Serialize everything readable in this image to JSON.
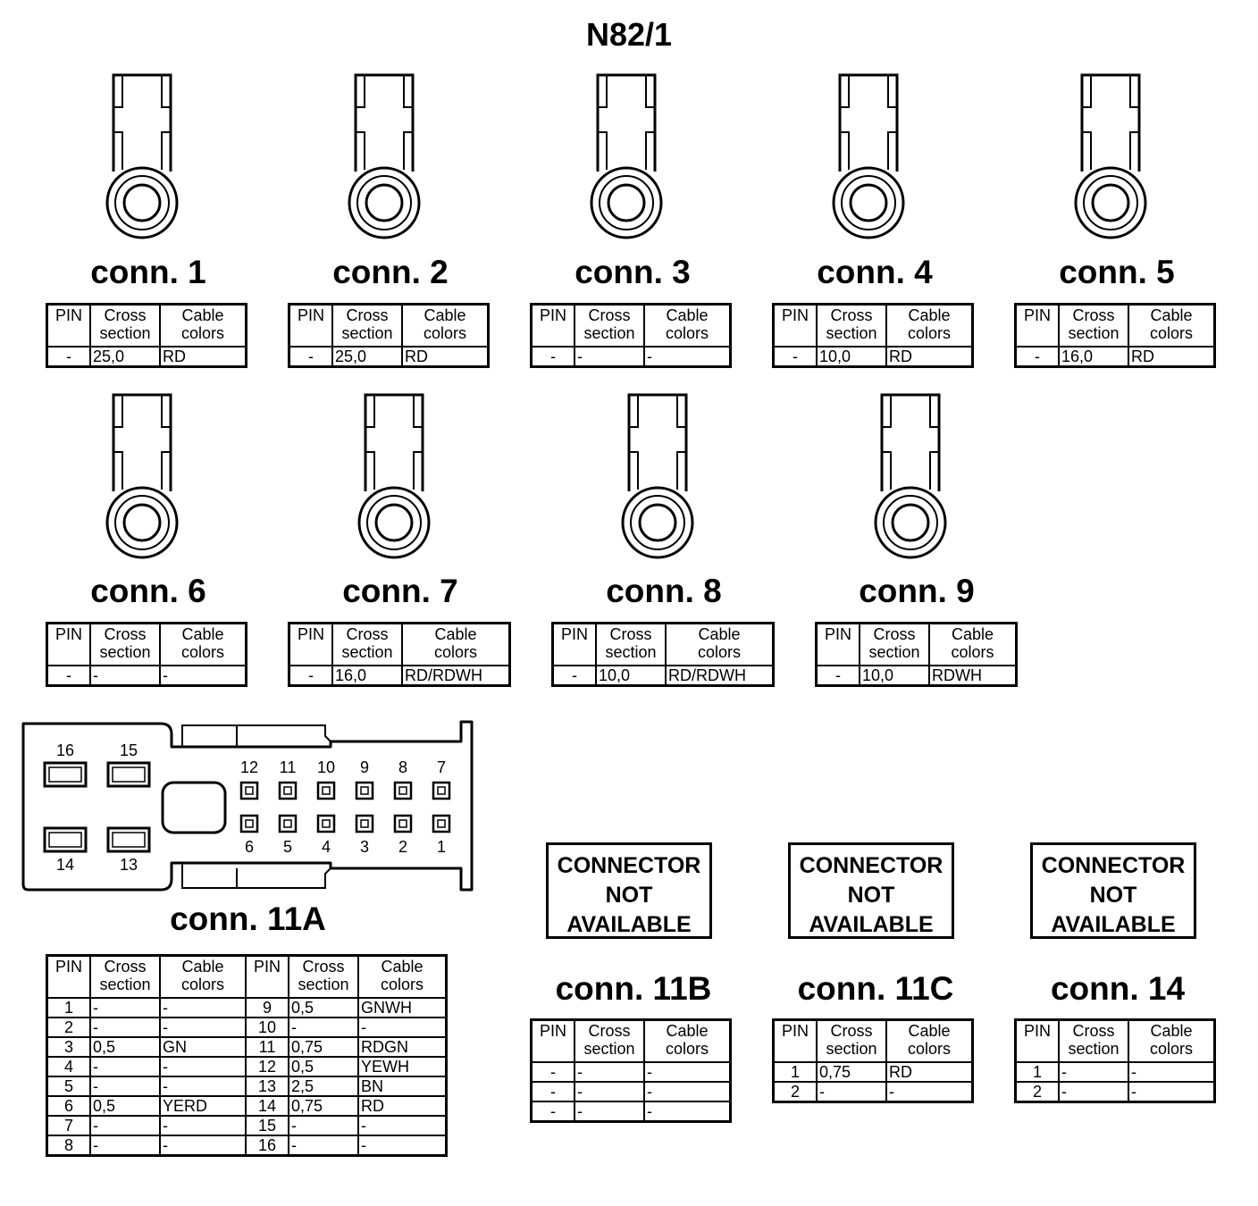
{
  "title": "N82/1",
  "headers": {
    "pin": "PIN",
    "cross_1": "Cross",
    "cross_2": "section",
    "cable_1": "Cable",
    "cable_2": "colors"
  },
  "connectors": {
    "c1": {
      "label": "conn. 1",
      "rows": [
        [
          "-",
          "25,0",
          "RD"
        ]
      ]
    },
    "c2": {
      "label": "conn. 2",
      "rows": [
        [
          "-",
          "25,0",
          "RD"
        ]
      ]
    },
    "c3": {
      "label": "conn. 3",
      "rows": [
        [
          "-",
          "-",
          "-"
        ]
      ]
    },
    "c4": {
      "label": "conn. 4",
      "rows": [
        [
          "-",
          "10,0",
          "RD"
        ]
      ]
    },
    "c5": {
      "label": "conn. 5",
      "rows": [
        [
          "-",
          "16,0",
          "RD"
        ]
      ]
    },
    "c6": {
      "label": "conn. 6",
      "rows": [
        [
          "-",
          "-",
          "-"
        ]
      ]
    },
    "c7": {
      "label": "conn. 7",
      "rows": [
        [
          "-",
          "16,0",
          "RD/RDWH"
        ]
      ]
    },
    "c8": {
      "label": "conn. 8",
      "rows": [
        [
          "-",
          "10,0",
          "RD/RDWH"
        ]
      ]
    },
    "c9": {
      "label": "conn. 9",
      "rows": [
        [
          "-",
          "10,0",
          "RDWH"
        ]
      ]
    }
  },
  "conn11a": {
    "label": "conn. 11A",
    "pin_numbers": [
      "16",
      "15",
      "14",
      "13",
      "12",
      "11",
      "10",
      "9",
      "8",
      "7",
      "6",
      "5",
      "4",
      "3",
      "2",
      "1"
    ],
    "rows": [
      [
        "1",
        "-",
        "-",
        "9",
        "0,5",
        "GNWH"
      ],
      [
        "2",
        "-",
        "-",
        "10",
        "-",
        "-"
      ],
      [
        "3",
        "0,5",
        "GN",
        "11",
        "0,75",
        "RDGN"
      ],
      [
        "4",
        "-",
        "-",
        "12",
        "0,5",
        "YEWH"
      ],
      [
        "5",
        "-",
        "-",
        "13",
        "2,5",
        "BN"
      ],
      [
        "6",
        "0,5",
        "YERD",
        "14",
        "0,75",
        "RD"
      ],
      [
        "7",
        "-",
        "-",
        "15",
        "-",
        "-"
      ],
      [
        "8",
        "-",
        "-",
        "16",
        "-",
        "-"
      ]
    ]
  },
  "not_available": {
    "line1": "CONNECTOR",
    "line2": "NOT",
    "line3": "AVAILABLE"
  },
  "conn11b": {
    "label": "conn. 11B",
    "rows": [
      [
        "-",
        "-",
        "-"
      ],
      [
        "-",
        "-",
        "-"
      ],
      [
        "-",
        "-",
        "-"
      ]
    ]
  },
  "conn11c": {
    "label": "conn. 11C",
    "rows": [
      [
        "1",
        "0,75",
        "RD"
      ],
      [
        "2",
        "-",
        "-"
      ]
    ]
  },
  "conn14": {
    "label": "conn. 14",
    "rows": [
      [
        "1",
        "-",
        "-"
      ],
      [
        "2",
        "-",
        "-"
      ]
    ]
  }
}
